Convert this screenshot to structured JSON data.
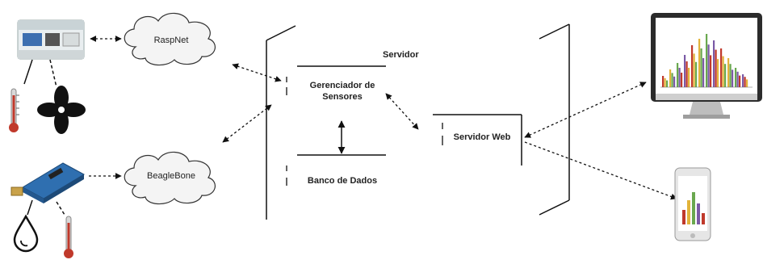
{
  "nodes": {
    "cloud_top": {
      "label": "RaspNet"
    },
    "cloud_bottom": {
      "label": "BeagleBone"
    },
    "server_title": {
      "label": "Servidor"
    },
    "sensor_manager": {
      "label_line1": "Gerenciador de",
      "label_line2": "Sensores"
    },
    "database": {
      "label": "Banco de Dados"
    },
    "web_server": {
      "label": "Servidor Web"
    }
  },
  "devices": [
    {
      "name": "energy-meter",
      "icon": "energy-meter-icon"
    },
    {
      "name": "thermometer-top",
      "icon": "thermometer-icon"
    },
    {
      "name": "fan",
      "icon": "fan-icon"
    },
    {
      "name": "microcontroller-board",
      "icon": "arduino-board-icon"
    },
    {
      "name": "water-drop",
      "icon": "water-drop-icon"
    },
    {
      "name": "thermometer-bottom",
      "icon": "thermometer-icon"
    },
    {
      "name": "desktop-monitor",
      "icon": "monitor-chart-icon"
    },
    {
      "name": "smartphone",
      "icon": "phone-chart-icon"
    }
  ],
  "colors": {
    "line": "#111111",
    "cloud_fill": "#f4f4f4",
    "bar_red": "#c0392b",
    "bar_yellow": "#e2b33a",
    "bar_green": "#6aa84f",
    "bar_purple": "#7b5aa6",
    "board_blue": "#2f6fb0"
  }
}
